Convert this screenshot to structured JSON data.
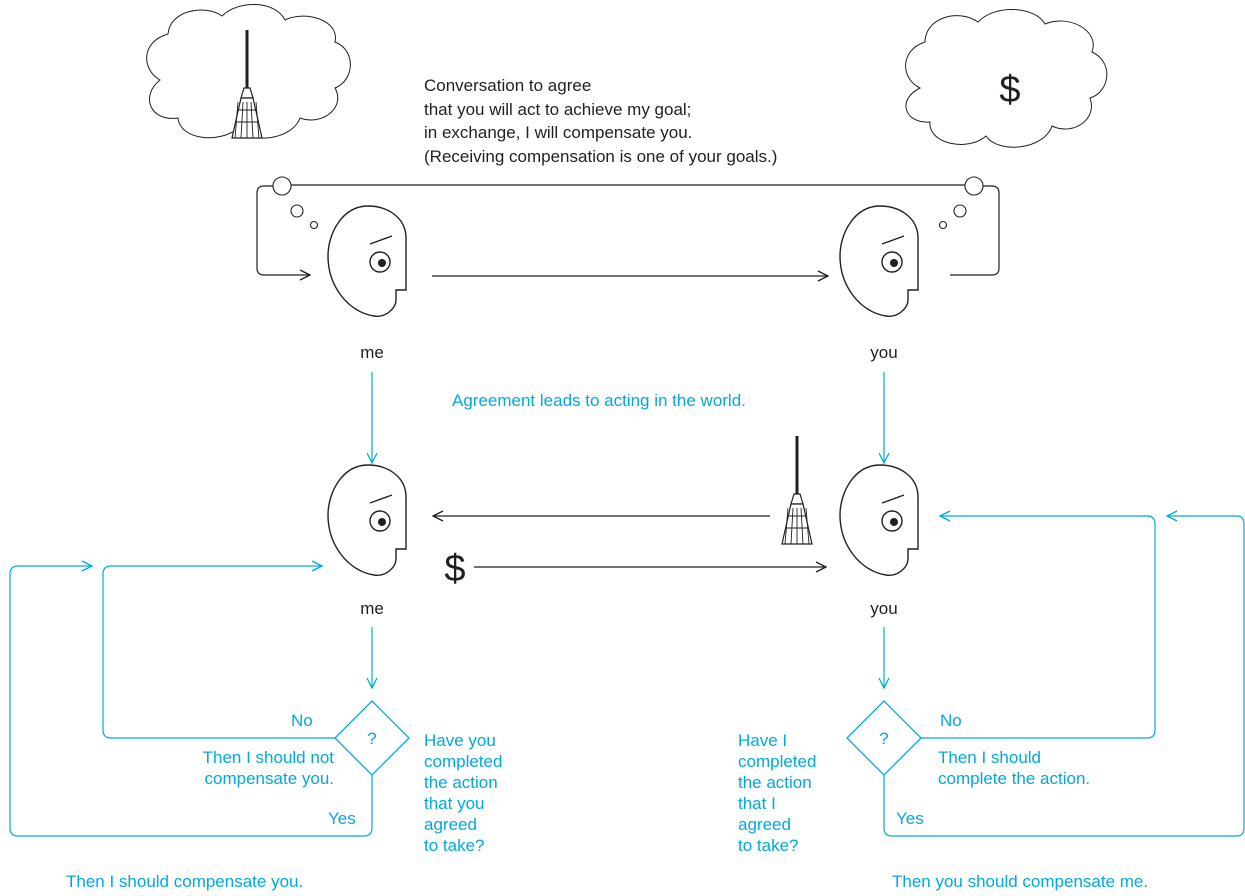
{
  "colors": {
    "ink": "#231f20",
    "accent": "#00a9e0",
    "background": "#ffffff"
  },
  "thought_bubbles": {
    "left": {
      "icon": "broom-icon"
    },
    "right": {
      "icon": "dollar-icon",
      "symbol": "$"
    }
  },
  "conversation_text": "Conversation to agree\nthat you will act to achieve my goal;\nin exchange, I will compensate you.\n(Receiving compensation is one of your goals.)",
  "agreement_text": "Agreement leads to acting in the world.",
  "stage1": {
    "left_label": "me",
    "right_label": "you"
  },
  "stage2": {
    "left_label": "me",
    "right_label": "you",
    "payment_symbol": "$"
  },
  "left_decision": {
    "symbol": "?",
    "question": "Have you\ncompleted\nthe action\nthat you\nagreed\nto take?",
    "no_label": "No",
    "no_text": "Then I should not\ncompensate you.",
    "yes_label": "Yes",
    "yes_text": "Then I should compensate you."
  },
  "right_decision": {
    "symbol": "?",
    "question": "Have I\ncompleted\nthe action\nthat I\nagreed\nto take?",
    "no_label": "No",
    "no_text": "Then I should\ncomplete the action.",
    "yes_label": "Yes",
    "yes_text": "Then you should compensate me."
  }
}
